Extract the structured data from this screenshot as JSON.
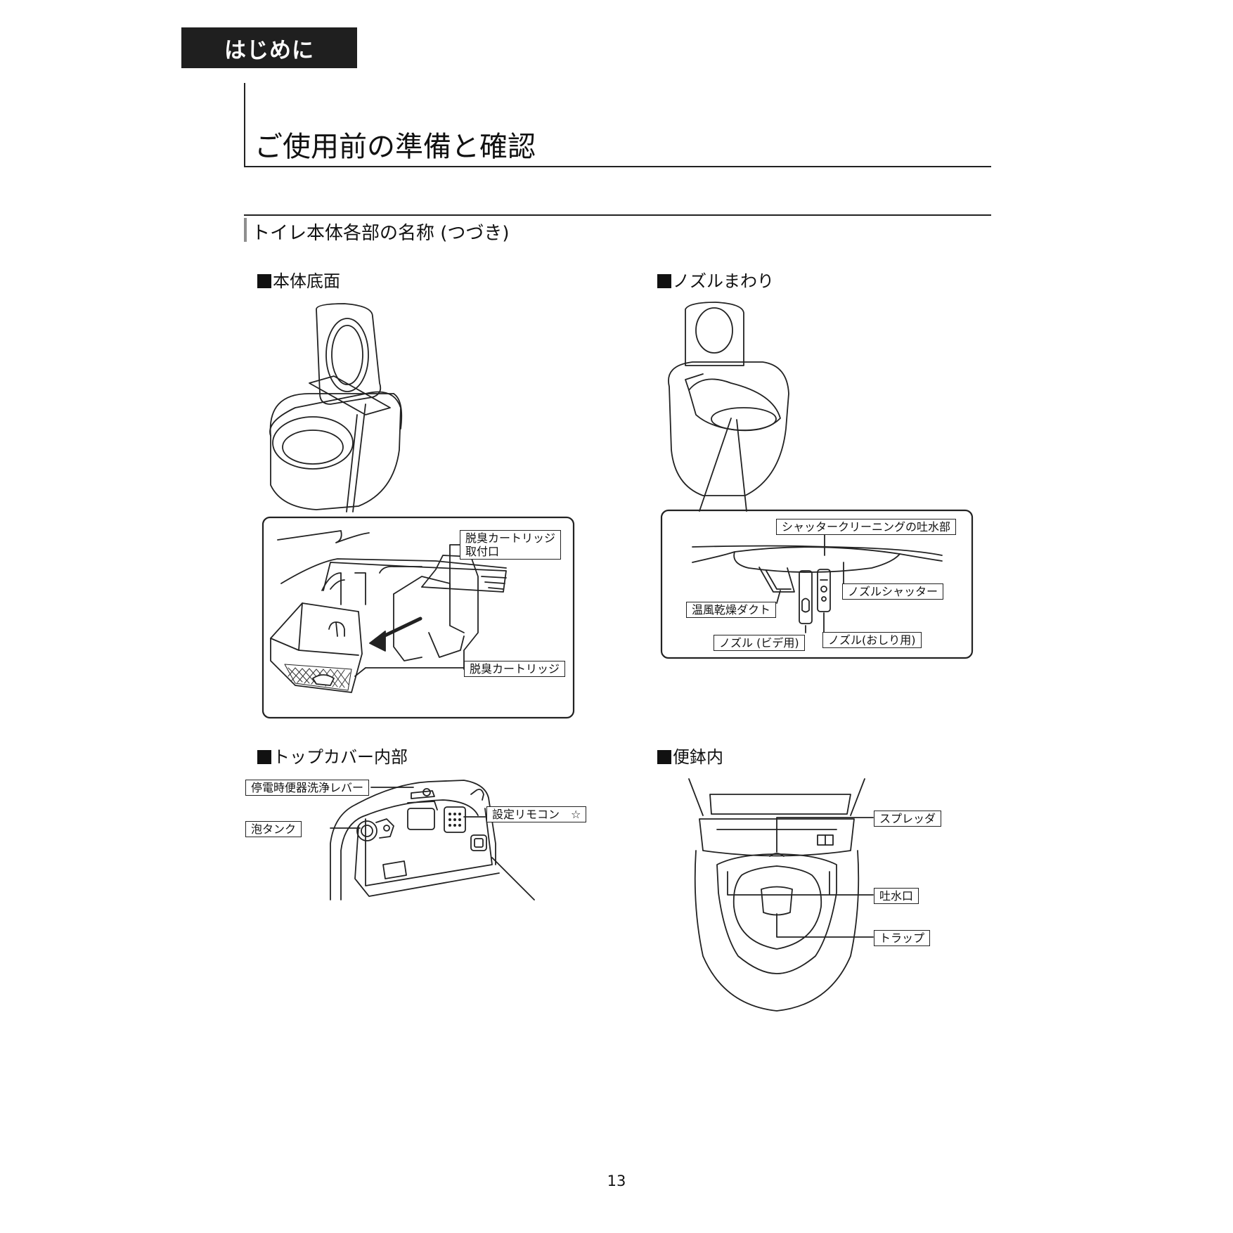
{
  "header": {
    "chapter_tag": "はじめに",
    "title": "ご使用前の準備と確認"
  },
  "section": {
    "title": "トイレ本体各部の名称 (つづき)"
  },
  "panels": {
    "bottom": {
      "title": "本体底面",
      "labels": {
        "mount": "脱臭カートリッジ\n取付口",
        "cartridge": "脱臭カートリッジ"
      }
    },
    "nozzle": {
      "title": "ノズルまわり",
      "labels": {
        "shutter_clean": "シャッタークリーニングの吐水部",
        "shutter": "ノズルシャッター",
        "duct": "温風乾燥ダクト",
        "bidet": "ノズル (ビデ用)",
        "oshiri": "ノズル(おしり用)"
      }
    },
    "topcover": {
      "title": "トップカバー内部",
      "labels": {
        "lever": "停電時便器洗浄レバー",
        "foam": "泡タンク",
        "remote": "設定リモコン　☆"
      }
    },
    "bowl": {
      "title": "便鉢内",
      "labels": {
        "spreader": "スプレッダ",
        "outlet": "吐水口",
        "trap": "トラップ"
      }
    }
  },
  "page_number": "13"
}
